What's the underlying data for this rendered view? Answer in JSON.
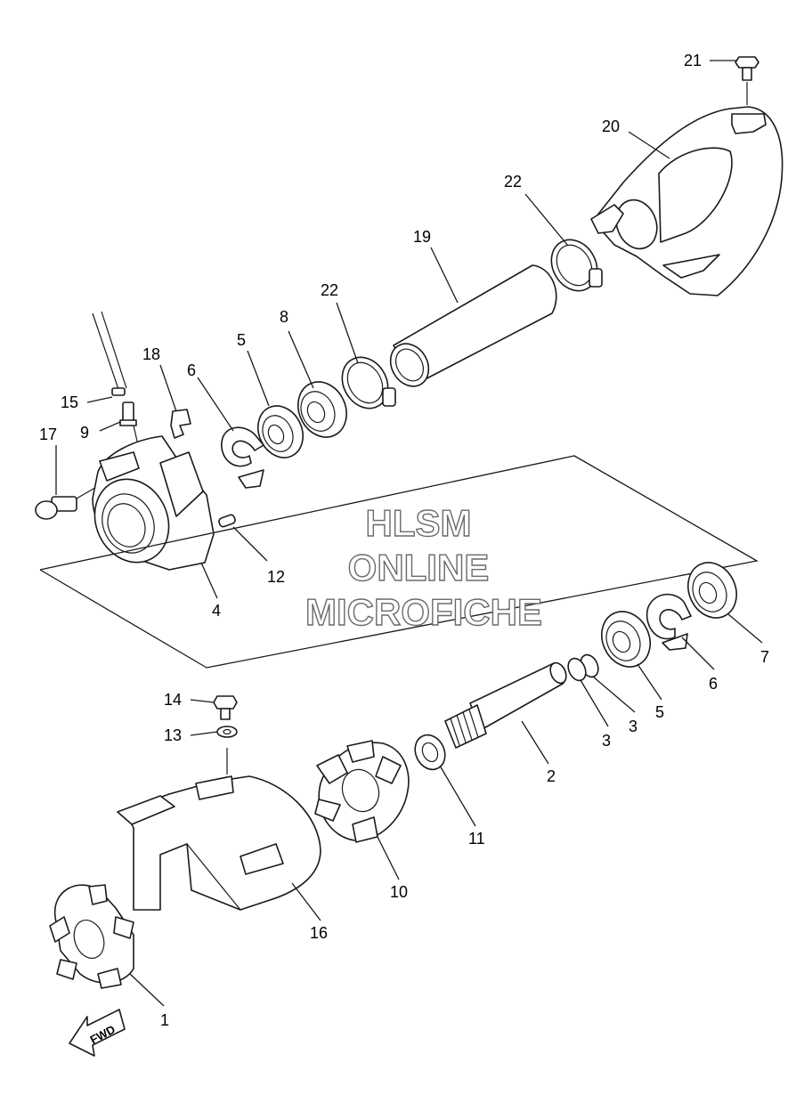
{
  "watermark": {
    "line1": "HLSM",
    "line2": "ONLINE",
    "line3": "MICROFICHE"
  },
  "fwd_label": "FWD",
  "callouts": {
    "c1": "1",
    "c2": "2",
    "c3a": "3",
    "c3b": "3",
    "c4": "4",
    "c5a": "5",
    "c5b": "5",
    "c6a": "6",
    "c6b": "6",
    "c7": "7",
    "c8": "8",
    "c9": "9",
    "c10": "10",
    "c11": "11",
    "c12": "12",
    "c13": "13",
    "c14": "14",
    "c15": "15",
    "c16": "16",
    "c17": "17",
    "c18": "18",
    "c19": "19",
    "c20": "20",
    "c21": "21",
    "c22a": "22",
    "c22b": "22"
  }
}
